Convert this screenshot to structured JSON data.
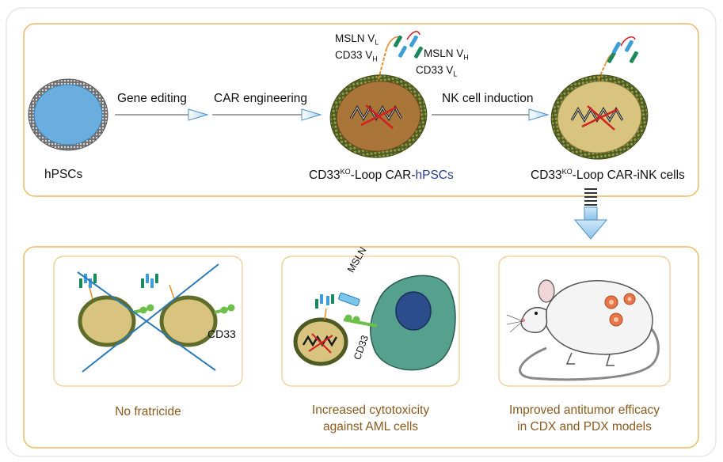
{
  "top_panel": {
    "stage1": {
      "label": "hPSCs"
    },
    "arrow1": {
      "label": "Gene editing"
    },
    "arrow2": {
      "label": "CAR engineering"
    },
    "stage2": {
      "label_prefix": "CD33",
      "label_sup": "KO",
      "label_mid": "-Loop CAR-",
      "label_highlight": "hPSCs",
      "highlight_color": "#2a3a8f"
    },
    "arrow3": {
      "label": "NK cell induction"
    },
    "stage3": {
      "label_prefix": "CD33",
      "label_sup": "KO",
      "label_suffix": "-Loop CAR-iNK cells"
    },
    "domains": {
      "msln_vl": {
        "text": "MSLN V",
        "sub": "L"
      },
      "cd33_vh": {
        "text": "CD33 V",
        "sub": "H"
      },
      "msln_vh": {
        "text": "MSLN V",
        "sub": "H"
      },
      "cd33_vl": {
        "text": "CD33 V",
        "sub": "L"
      }
    }
  },
  "bottom_panel": {
    "box1": {
      "cd33_label": "CD33",
      "caption": "No fratricide"
    },
    "box2": {
      "msln_label": "MSLN",
      "cd33_label": "CD33",
      "caption_line1": "Increased cytotoxicity",
      "caption_line2": "against AML cells"
    },
    "box3": {
      "caption_line1": "Improved antitumor efficacy",
      "caption_line2": "in CDX and PDX models"
    }
  },
  "colors": {
    "panel_border": "#f0b860",
    "caption_text": "#8a5a1e",
    "arrow_fill": "#a9d3f0",
    "hpsc_fill": "#6aaee0",
    "engineered_cell_fill": "#a97538",
    "ink_cell_fill": "#d8c47e",
    "membrane_green": "#5f6d2a",
    "cross_blue": "#2c79b8",
    "aml_cell_fill": "#56a08e",
    "aml_nucleus": "#2b4d8c",
    "tumor_orange": "#e8764a"
  }
}
